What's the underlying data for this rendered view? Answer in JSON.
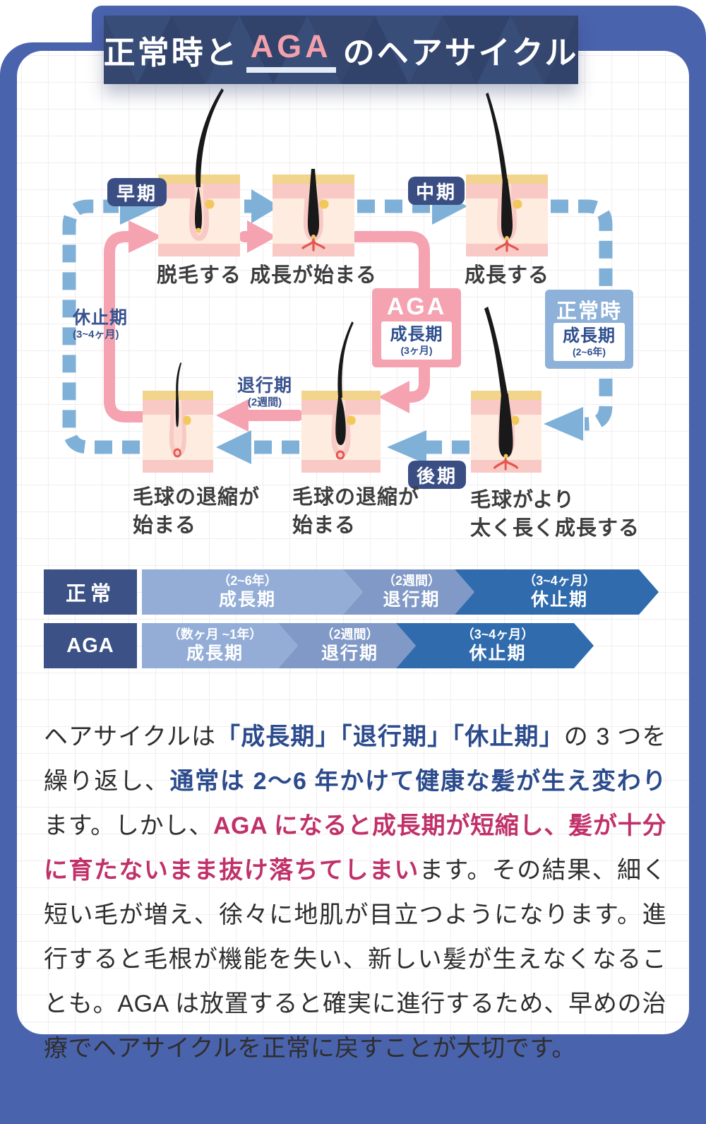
{
  "banner": {
    "title_prefix": "正常時と",
    "title_highlight": "AGA",
    "title_suffix": "のヘアサイクル"
  },
  "cycle": {
    "badges": {
      "early": "早期",
      "middle": "中期",
      "late": "後期"
    },
    "stage_labels": {
      "shed": "脱毛する",
      "start": "成長が始まる",
      "grow": "成長する",
      "regress_left_1": "毛球の退縮が",
      "regress_left_2": "始まる",
      "regress_mid_1": "毛球の退縮が",
      "regress_mid_2": "始まる",
      "thick_1": "毛球がより",
      "thick_2": "太く長く成長する"
    },
    "telogen_label": {
      "name": "休止期",
      "duration": "(3~4ヶ月)"
    },
    "catagen_label": {
      "name": "退行期",
      "duration": "(2週間)"
    },
    "aga_box": {
      "title": "AGA",
      "phase": "成長期",
      "duration": "(3ヶ月)"
    },
    "normal_box": {
      "title": "正常時",
      "phase": "成長期",
      "duration": "(2~6年)"
    }
  },
  "timeline": {
    "rows": [
      {
        "label": "正常",
        "phases": [
          {
            "duration": "（2~6年）",
            "name": "成長期"
          },
          {
            "duration": "（2週間）",
            "name": "退行期"
          },
          {
            "duration": "（3~4ヶ月）",
            "name": "休止期"
          }
        ]
      },
      {
        "label": "AGA",
        "phases": [
          {
            "duration": "（数ヶ月 ~1年）",
            "name": "成長期"
          },
          {
            "duration": "（2週間）",
            "name": "退行期"
          },
          {
            "duration": "（3~4ヶ月）",
            "name": "休止期"
          }
        ]
      }
    ]
  },
  "body": {
    "parts": [
      "ヘアサイクルは",
      "「成長期」「退行期」「休止期」",
      "の 3 つを繰り返し、",
      "通常は 2〜6 年かけて健康な髪が生え変わり",
      "ます。しかし、",
      "AGA になると成長期が短縮し、髪が十分に育たないまま抜け落ちてしまい",
      "ます。その結果、細く短い毛が増え、徐々に地肌が目立つようになります。進行すると毛根が機能を失い、新しい髪が生えなくなることも。AGA は放置すると確実に進行するため、早めの治療でヘアサイクルを正常に戻すことが大切です。"
    ]
  },
  "colors": {
    "frame_blue": "#4a63ad",
    "banner_navy": "#35476f",
    "banner_highlight_pink": "#f2a0ac",
    "normal_cycle_blue": "#7fb0d8",
    "aga_cycle_pink": "#f5a2b1",
    "badge_navy": "#3a4e84",
    "phase_label_blue": "#39538f",
    "timeline_label_navy": "#3c5186",
    "timeline_growth_blue": "#93add7",
    "timeline_catagen_blue": "#8099c6",
    "timeline_telogen_blue": "#2f6bad",
    "emphasis_blue": "#2b4b8d",
    "emphasis_red": "#c0316a"
  }
}
